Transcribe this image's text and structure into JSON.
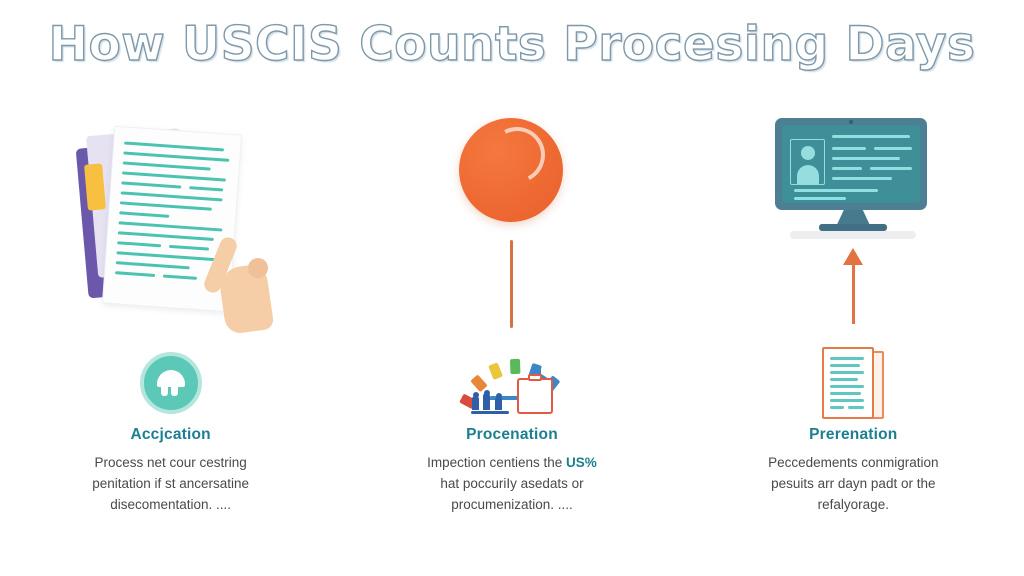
{
  "title": "How USCIS Counts Procesing Days",
  "colors": {
    "title_stroke": "#7d99ab",
    "heading_teal": "#1b7f91",
    "body_gray": "#4a4a4a",
    "accent_orange": "#ee6a33",
    "accent_teal": "#5bc8b8",
    "monitor_bezel": "#4c7f93",
    "monitor_screen": "#3f8f98",
    "clipboard_purple": "#6b58ab",
    "clip_tab_yellow": "#f7c040",
    "hand_skin": "#f5cda6",
    "doc_outline_orange": "#e77a47"
  },
  "columns": [
    {
      "hero_icon": "document-with-pointing-hand-illustration",
      "section_icon": "teal-circle-badge-icon",
      "heading": "Accjcation",
      "body_lines": [
        "Process net cour cestring",
        "penitation if st ancersatine",
        "disecomentation.  ...."
      ]
    },
    {
      "hero_icon": "orange-sphere-with-stem-illustration",
      "section_icon": "gauge-meter-icon",
      "heading": "Procenation",
      "body_lines": [
        "Impection centiens the ",
        "hat poccuriIy asedats or",
        "procumenization. ...."
      ],
      "body_highlight": "US%",
      "highlight_after_line": 0
    },
    {
      "hero_icon": "desktop-monitor-with-profile-illustration",
      "section_icon": "stacked-documents-icon",
      "heading": "Prerenation",
      "body_lines": [
        "Peccedements conmigration",
        "pesuits arr dayn padt or the",
        "refalyorage."
      ]
    }
  ],
  "arrow": {
    "direction": "up",
    "name": "upward-arrow"
  }
}
